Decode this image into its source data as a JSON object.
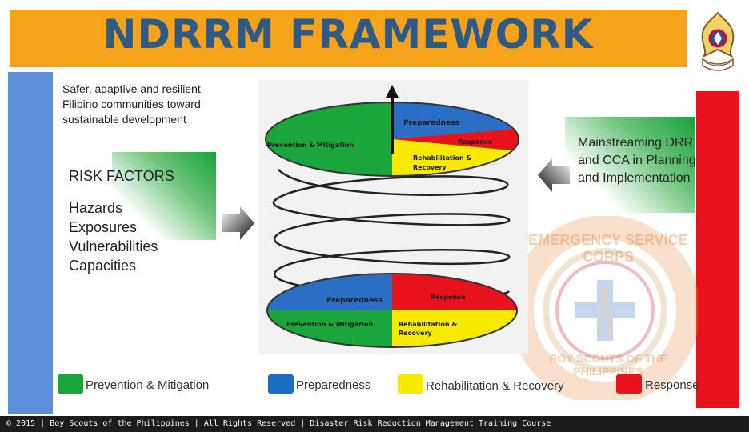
{
  "header": {
    "title": "NDRRM FRAMEWORK"
  },
  "vision": {
    "text": "Safer, adaptive and resilient Filipino communities toward sustainable development"
  },
  "risk": {
    "title": "RISK FACTORS",
    "items": [
      "Hazards",
      "Exposures",
      "Vulnerabilities",
      "Capacities"
    ]
  },
  "mainstreaming": {
    "text": "Mainstreaming DRR and CCA in Planning and Implementation"
  },
  "top_ring": {
    "preparedness": "Preparedness",
    "response": "Response",
    "prevention": "Prevention & Mitigation",
    "rehab_line1": "Rehabilitation &",
    "rehab_line2": "Recovery"
  },
  "bottom_ring": {
    "preparedness": "Preparedness",
    "response": "Response",
    "prevention": "Prevention & Mitigation",
    "rehab_line1": "Rehabilitation &",
    "rehab_line2": "Recovery"
  },
  "legend": [
    {
      "label": "Prevention &  Mitigation",
      "color": "#1aa63a"
    },
    {
      "label": "Preparedness",
      "color": "#1a6fc0"
    },
    {
      "label": "Rehabilitation & Recovery",
      "color": "#f7ea00"
    },
    {
      "label": "Response",
      "color": "#e8121c"
    }
  ],
  "watermark": {
    "top_text": "EMERGENCY SERVICE CORPS",
    "bottom_text": "BOY SCOUTS OF THE PHILIPPINES"
  },
  "footer": {
    "text": "© 2015 | Boy Scouts of the Philippines | All  Rights Reserved | Disaster Risk Reduction Management Training Course"
  },
  "colors": {
    "title_bar": "#f7a21b",
    "title_text": "#2e5a86",
    "left_bar": "#5b8fd6",
    "right_bar": "#e8121c",
    "footer_bar": "#1c1c1c",
    "green": "#1aa63a",
    "blue": "#1a6fc0",
    "yellow": "#f7ea00",
    "red": "#e8121c"
  },
  "icons": [
    "scout-emblem-icon",
    "arrow-right-icon",
    "arrow-left-icon",
    "arrow-up-icon"
  ]
}
